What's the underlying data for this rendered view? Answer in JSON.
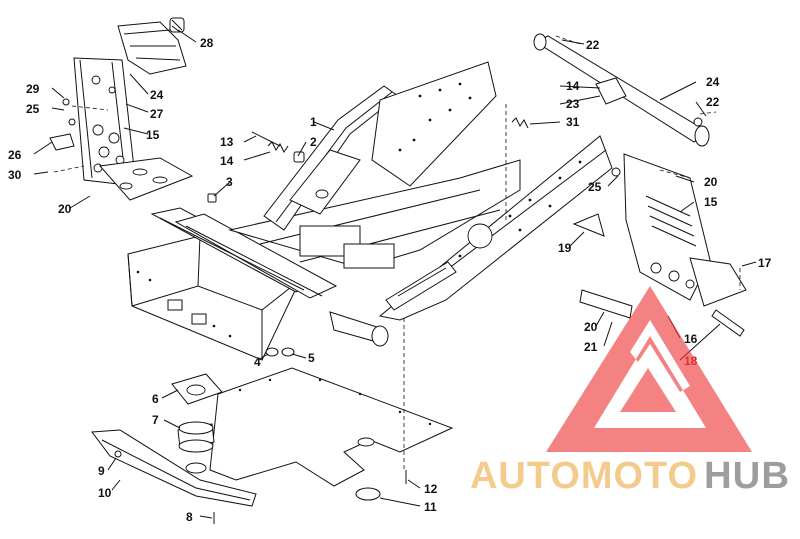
{
  "diagram": {
    "callouts": [
      {
        "id": "c28",
        "text": "28"
      },
      {
        "id": "c29",
        "text": "29"
      },
      {
        "id": "c25a",
        "text": "25"
      },
      {
        "id": "c24a",
        "text": "24"
      },
      {
        "id": "c27",
        "text": "27"
      },
      {
        "id": "c15a",
        "text": "15"
      },
      {
        "id": "c26",
        "text": "26"
      },
      {
        "id": "c30",
        "text": "30"
      },
      {
        "id": "c20a",
        "text": "20"
      },
      {
        "id": "c13",
        "text": "13"
      },
      {
        "id": "c14a",
        "text": "14"
      },
      {
        "id": "c1",
        "text": "1"
      },
      {
        "id": "c2",
        "text": "2"
      },
      {
        "id": "c3",
        "text": "3"
      },
      {
        "id": "c22a",
        "text": "22"
      },
      {
        "id": "c14b",
        "text": "14"
      },
      {
        "id": "c23",
        "text": "23"
      },
      {
        "id": "c31",
        "text": "31"
      },
      {
        "id": "c24b",
        "text": "24"
      },
      {
        "id": "c22b",
        "text": "22"
      },
      {
        "id": "c25b",
        "text": "25"
      },
      {
        "id": "c20b",
        "text": "20"
      },
      {
        "id": "c15b",
        "text": "15"
      },
      {
        "id": "c19",
        "text": "19"
      },
      {
        "id": "c17",
        "text": "17"
      },
      {
        "id": "c20c",
        "text": "20"
      },
      {
        "id": "c21",
        "text": "21"
      },
      {
        "id": "c16",
        "text": "16"
      },
      {
        "id": "c18",
        "text": "18"
      },
      {
        "id": "c4",
        "text": "4"
      },
      {
        "id": "c5",
        "text": "5"
      },
      {
        "id": "c6",
        "text": "6"
      },
      {
        "id": "c7",
        "text": "7"
      },
      {
        "id": "c9",
        "text": "9"
      },
      {
        "id": "c10",
        "text": "10"
      },
      {
        "id": "c8",
        "text": "8"
      },
      {
        "id": "c12",
        "text": "12"
      },
      {
        "id": "c11",
        "text": "11"
      }
    ]
  },
  "watermark": {
    "brand_auto": "AUTOMOTO",
    "brand_hub": "HUB",
    "logo_color": "#ee3b3b",
    "auto_color": "#f2c47a",
    "hub_color": "#8d8d8d"
  }
}
